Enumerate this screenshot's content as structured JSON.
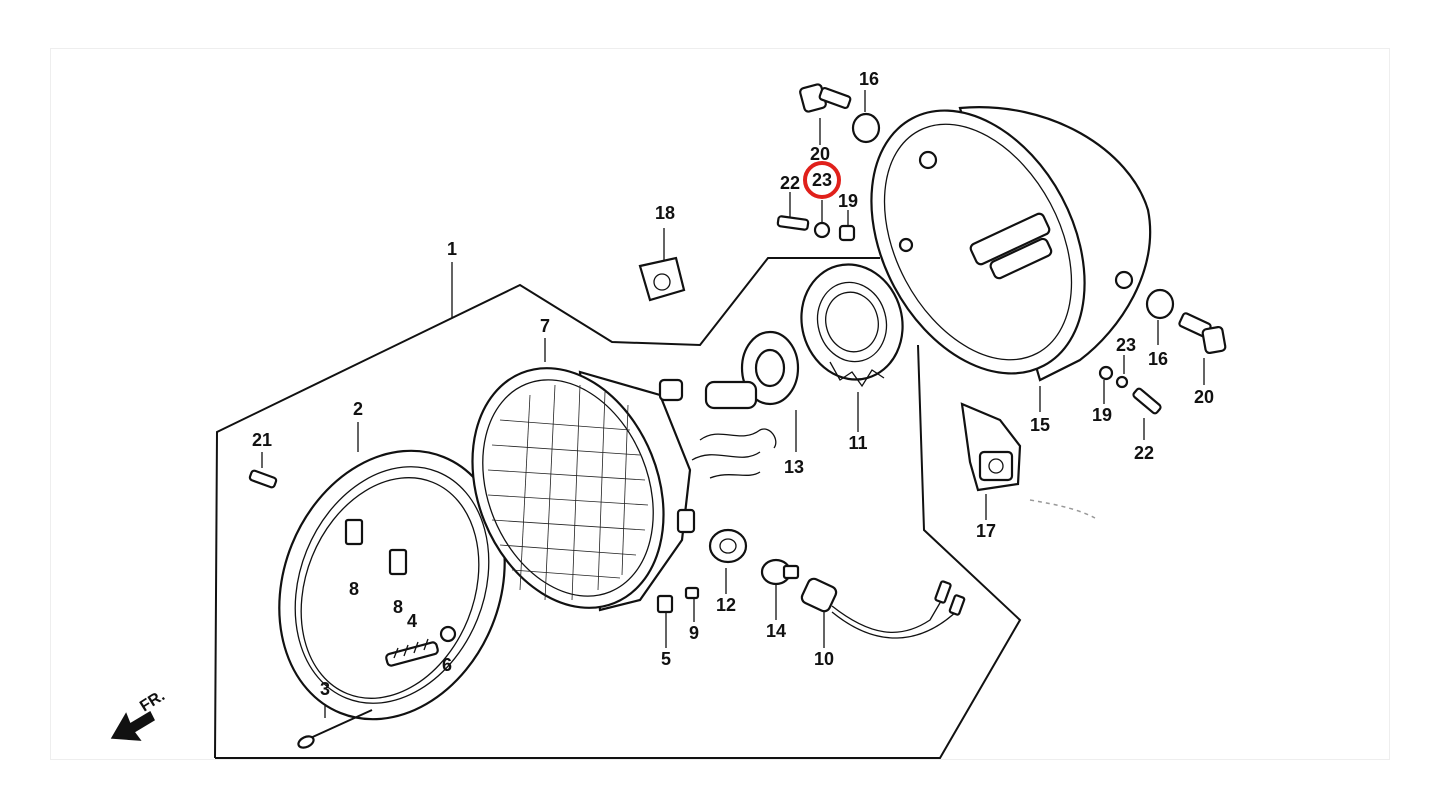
{
  "labels": {
    "p1": "1",
    "p2": "2",
    "p3": "3",
    "p4": "4",
    "p5": "5",
    "p6": "6",
    "p7": "7",
    "p8a": "8",
    "p8b": "8",
    "p9": "9",
    "p10": "10",
    "p11": "11",
    "p12": "12",
    "p13": "13",
    "p14": "14",
    "p15": "15",
    "p16a": "16",
    "p16b": "16",
    "p17": "17",
    "p18": "18",
    "p19a": "19",
    "p19b": "19",
    "p20a": "20",
    "p20b": "20",
    "p21": "21",
    "p22a": "22",
    "p22b": "22",
    "p23a": "23",
    "p23b": "23"
  },
  "direction_marker": "FR.",
  "highlight": {
    "part": "23",
    "color": "#e0201b"
  }
}
